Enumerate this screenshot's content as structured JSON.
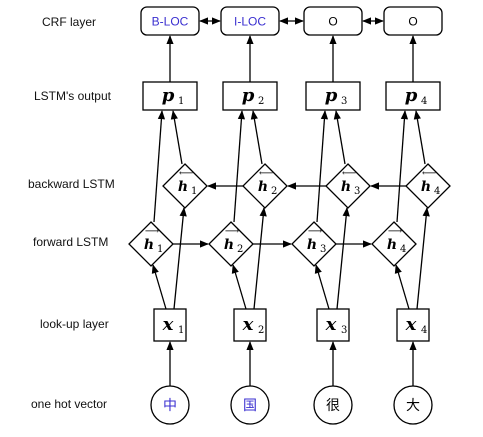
{
  "row_labels": {
    "crf": "CRF layer",
    "lstm_output": "LSTM's output",
    "backward": "backward LSTM",
    "forward": "forward LSTM",
    "lookup": "look-up layer",
    "onehot": "one hot vector"
  },
  "crf_tags": [
    "B-LOC",
    "I-LOC",
    "O",
    "O"
  ],
  "crf_tag_colors": [
    "#3a2fd0",
    "#3a2fd0",
    "#000000",
    "#000000"
  ],
  "outputs": {
    "symbol": "p",
    "subs": [
      "1",
      "2",
      "3",
      "4"
    ]
  },
  "backward_states": {
    "symbol": "h",
    "arrow": "⟵",
    "subs": [
      "1",
      "2",
      "3",
      "4"
    ]
  },
  "forward_states": {
    "symbol": "h",
    "arrow": "⟶",
    "subs": [
      "1",
      "2",
      "3",
      "4"
    ]
  },
  "inputs": {
    "symbol": "x",
    "subs": [
      "1",
      "2",
      "3",
      "4"
    ]
  },
  "chars": [
    "中",
    "国",
    "很",
    "大"
  ],
  "char_colors": [
    "#3a2fd0",
    "#3a2fd0",
    "#000000",
    "#000000"
  ]
}
